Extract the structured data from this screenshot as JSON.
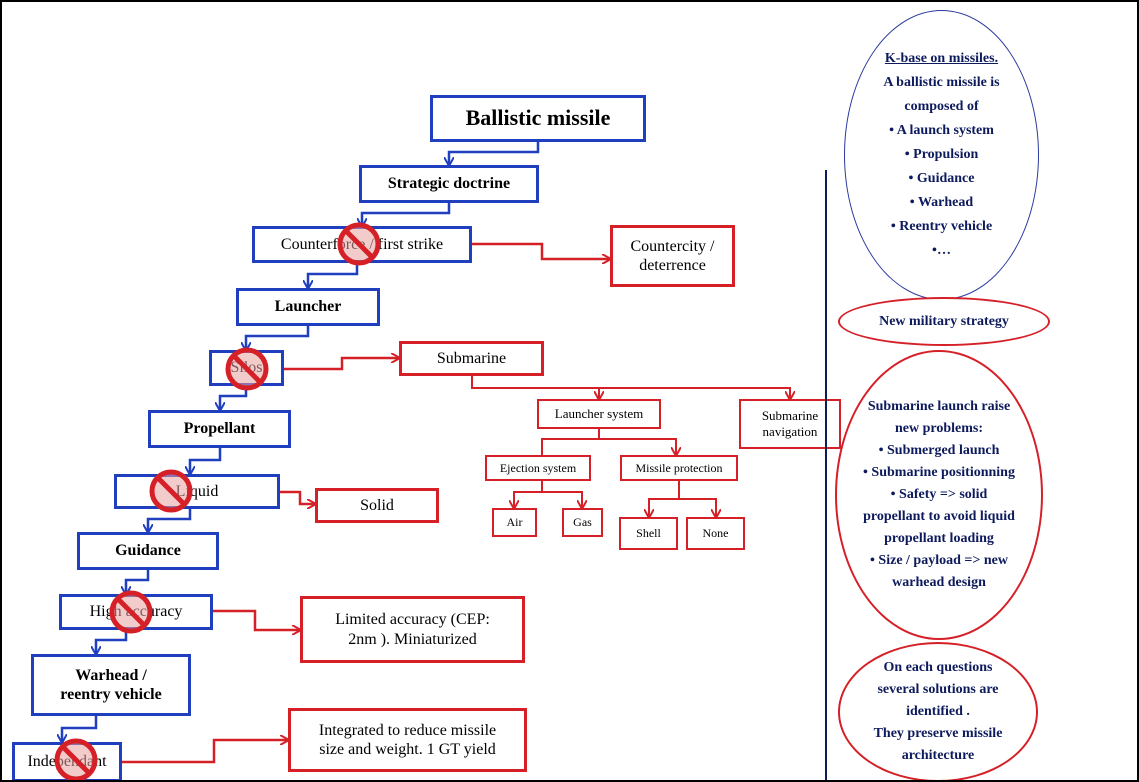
{
  "main_flow": {
    "ballistic_missile": "Ballistic missile",
    "strategic_doctrine": "Strategic doctrine",
    "counterforce": "Counterforce / first strike",
    "launcher": "Launcher",
    "silos": "Silos",
    "propellant": "Propellant",
    "liquid": "Liquid",
    "guidance": "Guidance",
    "high_accuracy": "High accuracy",
    "warhead_line1": "Warhead /",
    "warhead_line2": "reentry vehicle",
    "independant": "Independant"
  },
  "alternatives": {
    "countercity_line1": "Countercity /",
    "countercity_line2": "deterrence",
    "submarine": "Submarine",
    "solid": "Solid",
    "limited_line1": "Limited accuracy (CEP:",
    "limited_line2": "2nm ). Miniaturized",
    "integrated_line1": "Integrated to reduce missile",
    "integrated_line2": "size and weight.  1 GT yield"
  },
  "submarine_tree": {
    "launcher_system": "Launcher system",
    "submarine_navigation_line1": "Submarine",
    "submarine_navigation_line2": "navigation",
    "ejection_system": "Ejection system",
    "missile_protection": "Missile protection",
    "air": "Air",
    "gas": "Gas",
    "shell": "Shell",
    "none": "None"
  },
  "kbase": {
    "title": "K-base on missiles.",
    "lines": [
      "A ballistic missile is",
      "composed of",
      "• A launch system",
      "• Propulsion",
      "• Guidance",
      "• Warhead",
      "• Reentry vehicle",
      "•…"
    ]
  },
  "strategy": "New military strategy",
  "problems": {
    "lines": [
      "Submarine launch raise",
      "new problems:",
      "• Submerged launch",
      "• Submarine positionning",
      "• Safety => solid",
      "propellant to avoid liquid",
      "propellant loading",
      "• Size / payload => new",
      "warhead design"
    ]
  },
  "solutions": {
    "lines": [
      "On each questions",
      "several solutions are",
      "identified .",
      "They preserve missile",
      "architecture"
    ]
  },
  "colors": {
    "blue": "#1f3fbf",
    "red": "#d62028",
    "navy": "#0d1a5c"
  }
}
